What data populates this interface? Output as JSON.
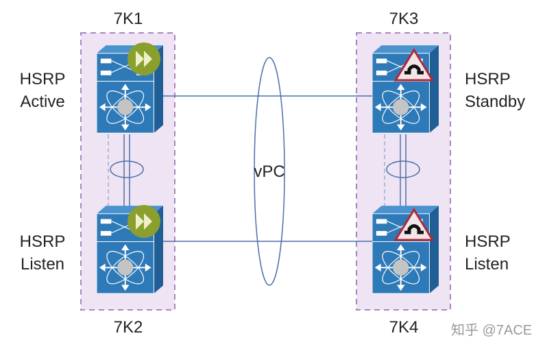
{
  "nodes": {
    "k1": {
      "name": "7K1",
      "role_line1": "HSRP",
      "role_line2": "Active",
      "badge": "forward-icon"
    },
    "k2": {
      "name": "7K2",
      "role_line1": "HSRP",
      "role_line2": "Listen",
      "badge": "forward-icon"
    },
    "k3": {
      "name": "7K3",
      "role_line1": "HSRP",
      "role_line2": "Standby",
      "badge": "standby-warning-icon"
    },
    "k4": {
      "name": "7K4",
      "role_line1": "HSRP",
      "role_line2": "Listen",
      "badge": "standby-warning-icon"
    }
  },
  "vpc_label": "vPC",
  "watermark": "知乎 @7ACE",
  "colors": {
    "switch": "#2e7ab8",
    "group_fill": "#efe4f3",
    "group_border": "#a985c0",
    "forward_badge": "#8a9f2e",
    "warning_border": "#b0283a",
    "link": "#4a6ea8"
  }
}
